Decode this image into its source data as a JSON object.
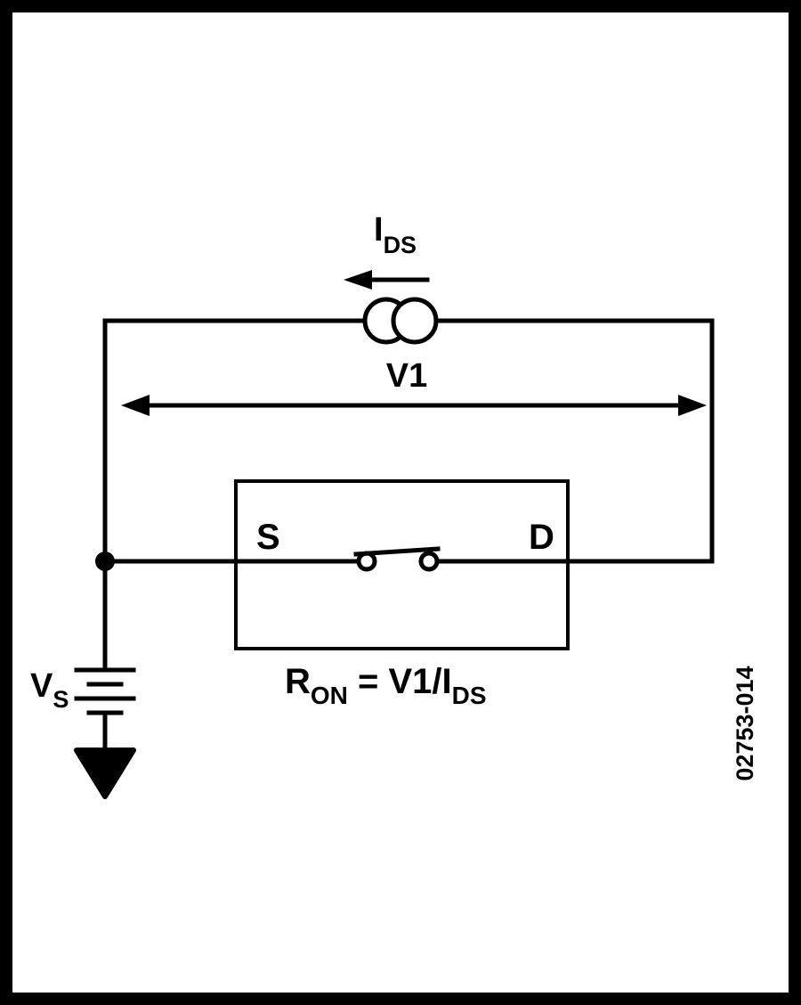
{
  "colors": {
    "frame": "#000000",
    "canvas": "#ffffff",
    "ink": "#000000"
  },
  "labels": {
    "ids_main": "I",
    "ids_sub": "DS",
    "v1": "V1",
    "source_terminal": "S",
    "drain_terminal": "D",
    "vs_main": "V",
    "vs_sub": "S",
    "formula_base": "R",
    "formula_base_sub": "ON",
    "formula_rest": " = V1/I",
    "formula_rest_sub": "DS",
    "figure_code": "02753-014"
  }
}
